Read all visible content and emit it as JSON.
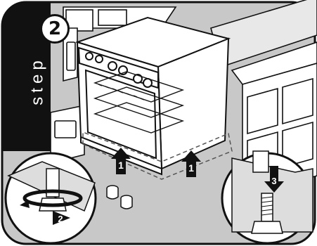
{
  "step": {
    "word": "step",
    "number": "2"
  },
  "callouts": {
    "arrow_lift_left": "1",
    "arrow_lift_right": "1",
    "arrow_rotate": "2",
    "arrow_down": "3"
  },
  "icons": {
    "range": "kitchen-range-icon",
    "leveling_leg": "leveling-leg-icon",
    "leg_detail": "threaded-leg-icon"
  },
  "colors": {
    "panel": "#c8c8c8",
    "line": "#111111",
    "label_bg": "#111111"
  }
}
